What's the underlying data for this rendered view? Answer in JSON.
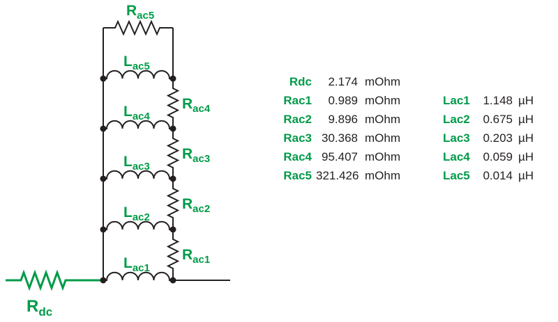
{
  "colors": {
    "green": "#009B48",
    "ink": "#231F20"
  },
  "circuit": {
    "labels": {
      "rdc": {
        "main": "R",
        "sub": "dc"
      },
      "rac1": {
        "main": "R",
        "sub": "ac1"
      },
      "rac2": {
        "main": "R",
        "sub": "ac2"
      },
      "rac3": {
        "main": "R",
        "sub": "ac3"
      },
      "rac4": {
        "main": "R",
        "sub": "ac4"
      },
      "rac5": {
        "main": "R",
        "sub": "ac5"
      },
      "lac1": {
        "main": "L",
        "sub": "ac1"
      },
      "lac2": {
        "main": "L",
        "sub": "ac2"
      },
      "lac3": {
        "main": "L",
        "sub": "ac3"
      },
      "lac4": {
        "main": "L",
        "sub": "ac4"
      },
      "lac5": {
        "main": "L",
        "sub": "ac5"
      }
    }
  },
  "table": {
    "rows": [
      {
        "r_label": "Rdc",
        "r_value": "2.174",
        "r_unit": "mOhm",
        "l_label": "",
        "l_value": "",
        "l_unit": ""
      },
      {
        "r_label": "Rac1",
        "r_value": "0.989",
        "r_unit": "mOhm",
        "l_label": "Lac1",
        "l_value": "1.148",
        "l_unit": "µH"
      },
      {
        "r_label": "Rac2",
        "r_value": "9.896",
        "r_unit": "mOhm",
        "l_label": "Lac2",
        "l_value": "0.675",
        "l_unit": "µH"
      },
      {
        "r_label": "Rac3",
        "r_value": "30.368",
        "r_unit": "mOhm",
        "l_label": "Lac3",
        "l_value": "0.203",
        "l_unit": "µH"
      },
      {
        "r_label": "Rac4",
        "r_value": "95.407",
        "r_unit": "mOhm",
        "l_label": "Lac4",
        "l_value": "0.059",
        "l_unit": "µH"
      },
      {
        "r_label": "Rac5",
        "r_value": "321.426",
        "r_unit": "mOhm",
        "l_label": "Lac5",
        "l_value": "0.014",
        "l_unit": "µH"
      }
    ]
  }
}
